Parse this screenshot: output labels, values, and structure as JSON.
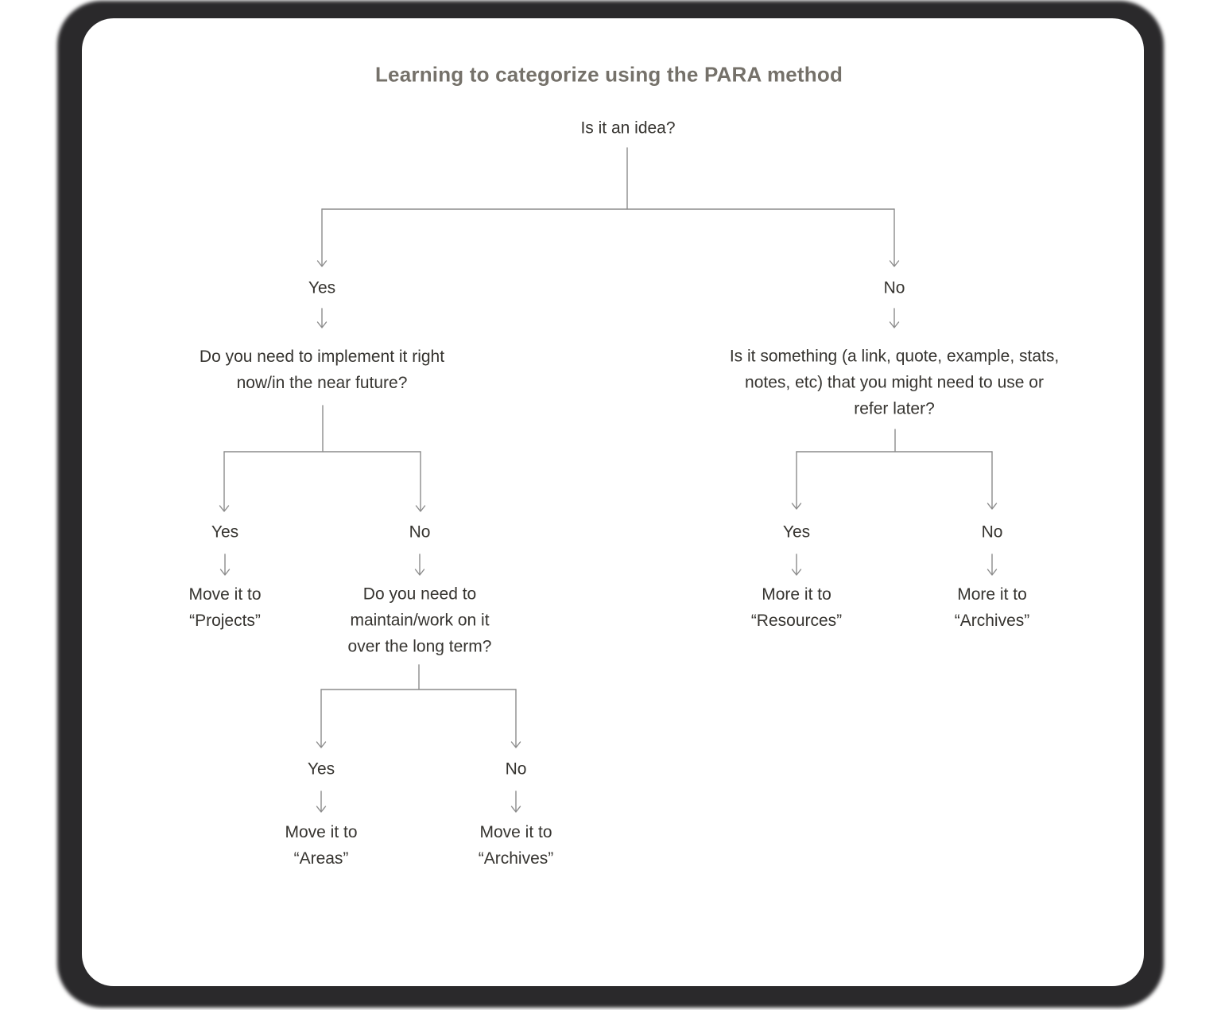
{
  "flowchart": {
    "title": "Learning to categorize using the PARA method",
    "root": {
      "question": "Is it an idea?"
    },
    "branch_yes": {
      "label": "Yes",
      "question_lines": [
        "Do you need to implement it right",
        "now/in the near future?"
      ],
      "branch_yes": {
        "label": "Yes",
        "result_lines": [
          "Move it to",
          "“Projects”"
        ]
      },
      "branch_no": {
        "label": "No",
        "question_lines": [
          "Do you need to",
          "maintain/work on it",
          "over the long term?"
        ],
        "branch_yes": {
          "label": "Yes",
          "result_lines": [
            "Move it to",
            "“Areas”"
          ]
        },
        "branch_no": {
          "label": "No",
          "result_lines": [
            "Move it to",
            "“Archives”"
          ]
        }
      }
    },
    "branch_no": {
      "label": "No",
      "question_lines": [
        "Is it something (a link, quote, example, stats,",
        "notes, etc) that you might need to use or",
        "refer later?"
      ],
      "branch_yes": {
        "label": "Yes",
        "result_lines": [
          "More it to",
          "“Resources”"
        ]
      },
      "branch_no": {
        "label": "No",
        "result_lines": [
          "More it to",
          "“Archives”"
        ]
      }
    }
  },
  "colors": {
    "frame": "#2a292b",
    "card_background": "#ffffff",
    "connector_line": "#8c8c8c",
    "node_text": "#363430",
    "title_text": "#75716a"
  }
}
